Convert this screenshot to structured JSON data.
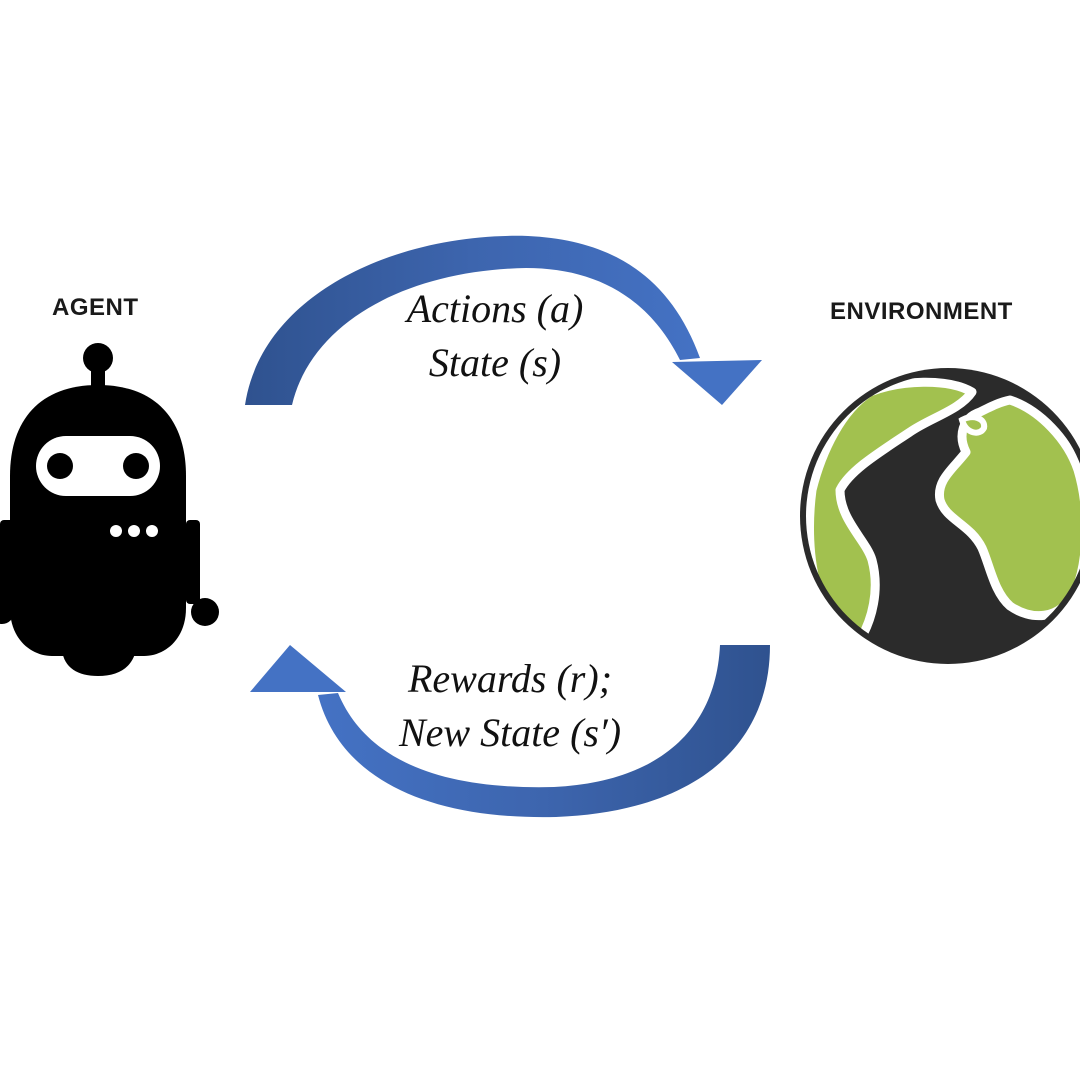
{
  "agent": {
    "label": "AGENT",
    "icon": "robot-icon"
  },
  "environment": {
    "label": "ENVIRONMENT",
    "icon": "globe-icon"
  },
  "top_arrow": {
    "line1": "Actions (a)",
    "line2": "State (s)"
  },
  "bottom_arrow": {
    "line1": "Rewards (r);",
    "line2": "New State (s′)"
  },
  "colors": {
    "arrow_fill": "#4472C4",
    "arrow_dark": "#2F528F",
    "robot": "#000000",
    "land": "#A2C14F",
    "ocean": "#2B2B2B"
  }
}
